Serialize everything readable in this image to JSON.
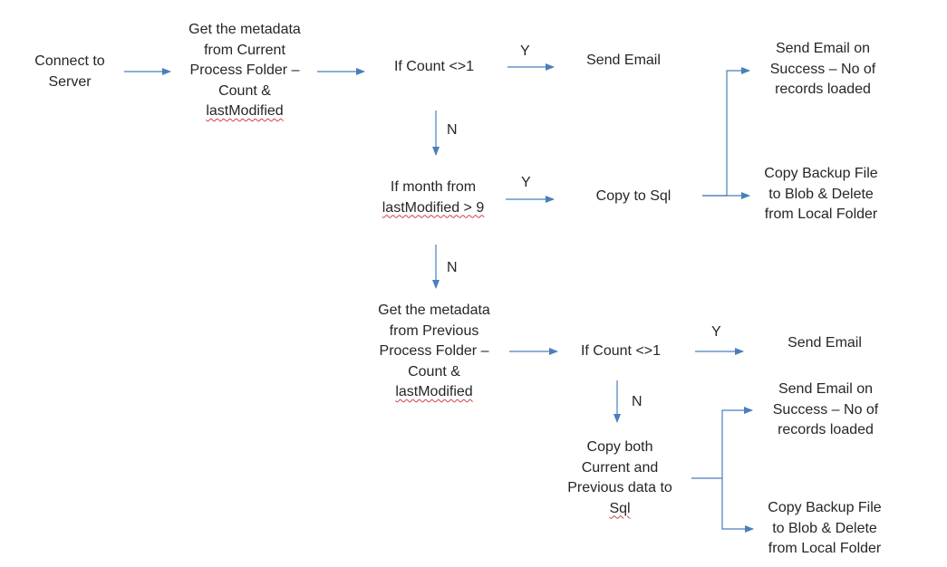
{
  "nodes": {
    "connect": [
      "Connect to",
      "Server"
    ],
    "get_meta_current": [
      "Get the metadata",
      "from Current",
      "Process Folder –",
      "Count &",
      "lastModified"
    ],
    "if_count_1": [
      "If Count <>1"
    ],
    "send_email_1": [
      "Send Email"
    ],
    "if_month": [
      "If month from",
      "lastModified > 9"
    ],
    "copy_sql": [
      "Copy to Sql"
    ],
    "success_email_1": [
      "Send Email on",
      "Success – No of",
      "records loaded"
    ],
    "backup_1": [
      "Copy Backup File",
      "to Blob & Delete",
      "from Local Folder"
    ],
    "get_meta_previous": [
      "Get the metadata",
      "from Previous",
      "Process Folder –",
      "Count &",
      "lastModified"
    ],
    "if_count_2": [
      "If Count <>1"
    ],
    "send_email_2": [
      "Send Email"
    ],
    "copy_both": [
      "Copy both",
      "Current and",
      "Previous data to",
      "Sql"
    ],
    "success_email_2": [
      "Send Email on",
      "Success – No of",
      "records loaded"
    ],
    "backup_2": [
      "Copy Backup File",
      "to Blob & Delete",
      "from Local Folder"
    ]
  },
  "labels": {
    "y1": "Y",
    "n1": "N",
    "y2": "Y",
    "n2": "N",
    "y3": "Y",
    "n3": "N"
  },
  "colors": {
    "arrow": "#4a7ebb",
    "text": "#262626",
    "spell_underline": "#d04040"
  }
}
